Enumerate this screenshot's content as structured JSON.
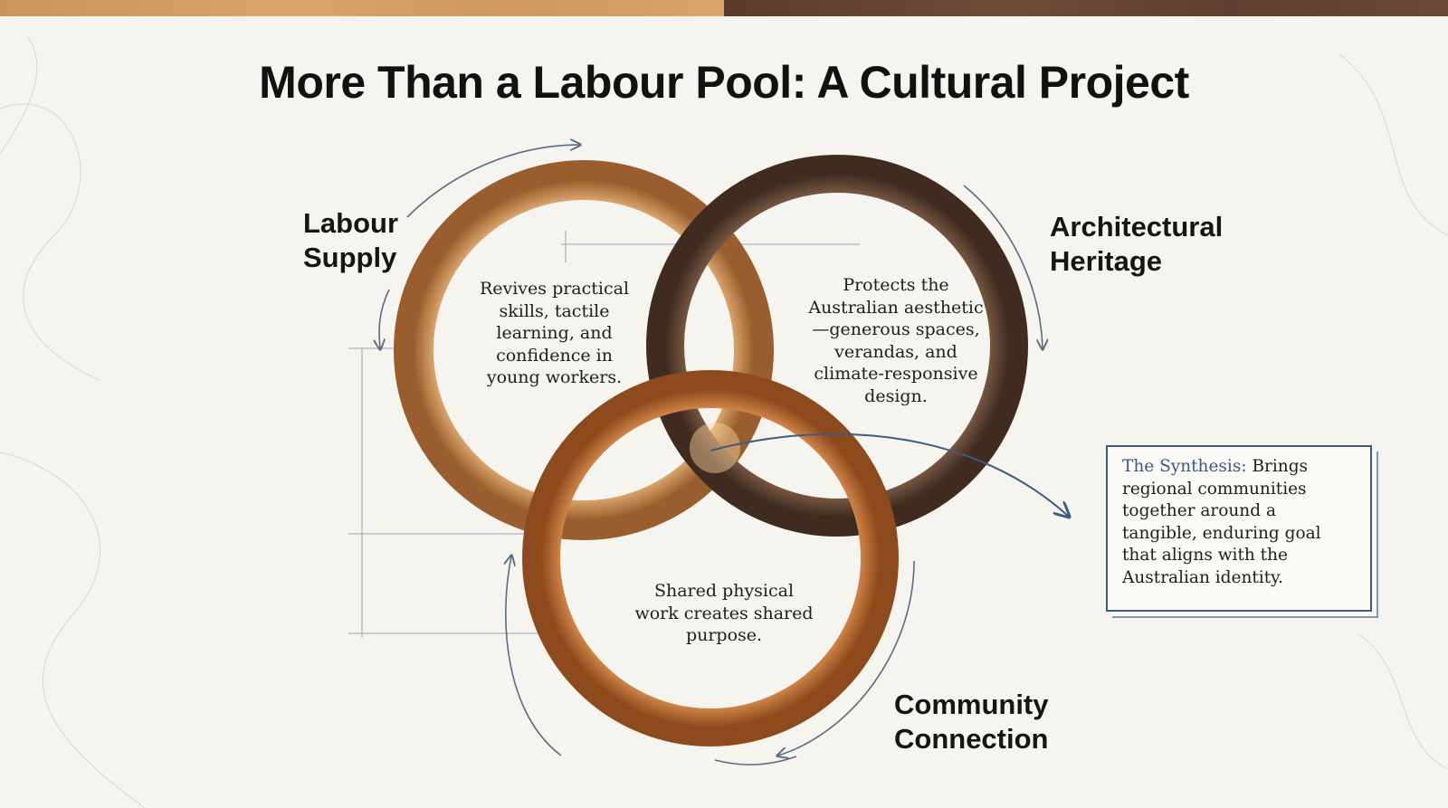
{
  "title": "More Than a Labour Pool: A Cultural Project",
  "circles": [
    {
      "label": "Labour Supply",
      "label_lines": [
        "Labour",
        "Supply"
      ],
      "text": "Revives practical skills, tactile learning, and confidence in young workers."
    },
    {
      "label": "Architectural Heritage",
      "label_lines": [
        "Architectural",
        "Heritage"
      ],
      "text": "Protects the Australian aesthetic—generous spaces, verandas, and climate-responsive design."
    },
    {
      "label": "Community Connection",
      "label_lines": [
        "Community",
        "Connection"
      ],
      "text": "Shared physical work creates shared purpose."
    }
  ],
  "synthesis": {
    "heading": "The Synthesis:",
    "text": " Brings regional communities together around a tangible, enduring goal that aligns with the Australian identity."
  },
  "colors": {
    "accent": "#3a5a86",
    "light_wood": "#c98a4e",
    "dark_wood": "#5e4232",
    "mid_wood": "#c06f35"
  }
}
